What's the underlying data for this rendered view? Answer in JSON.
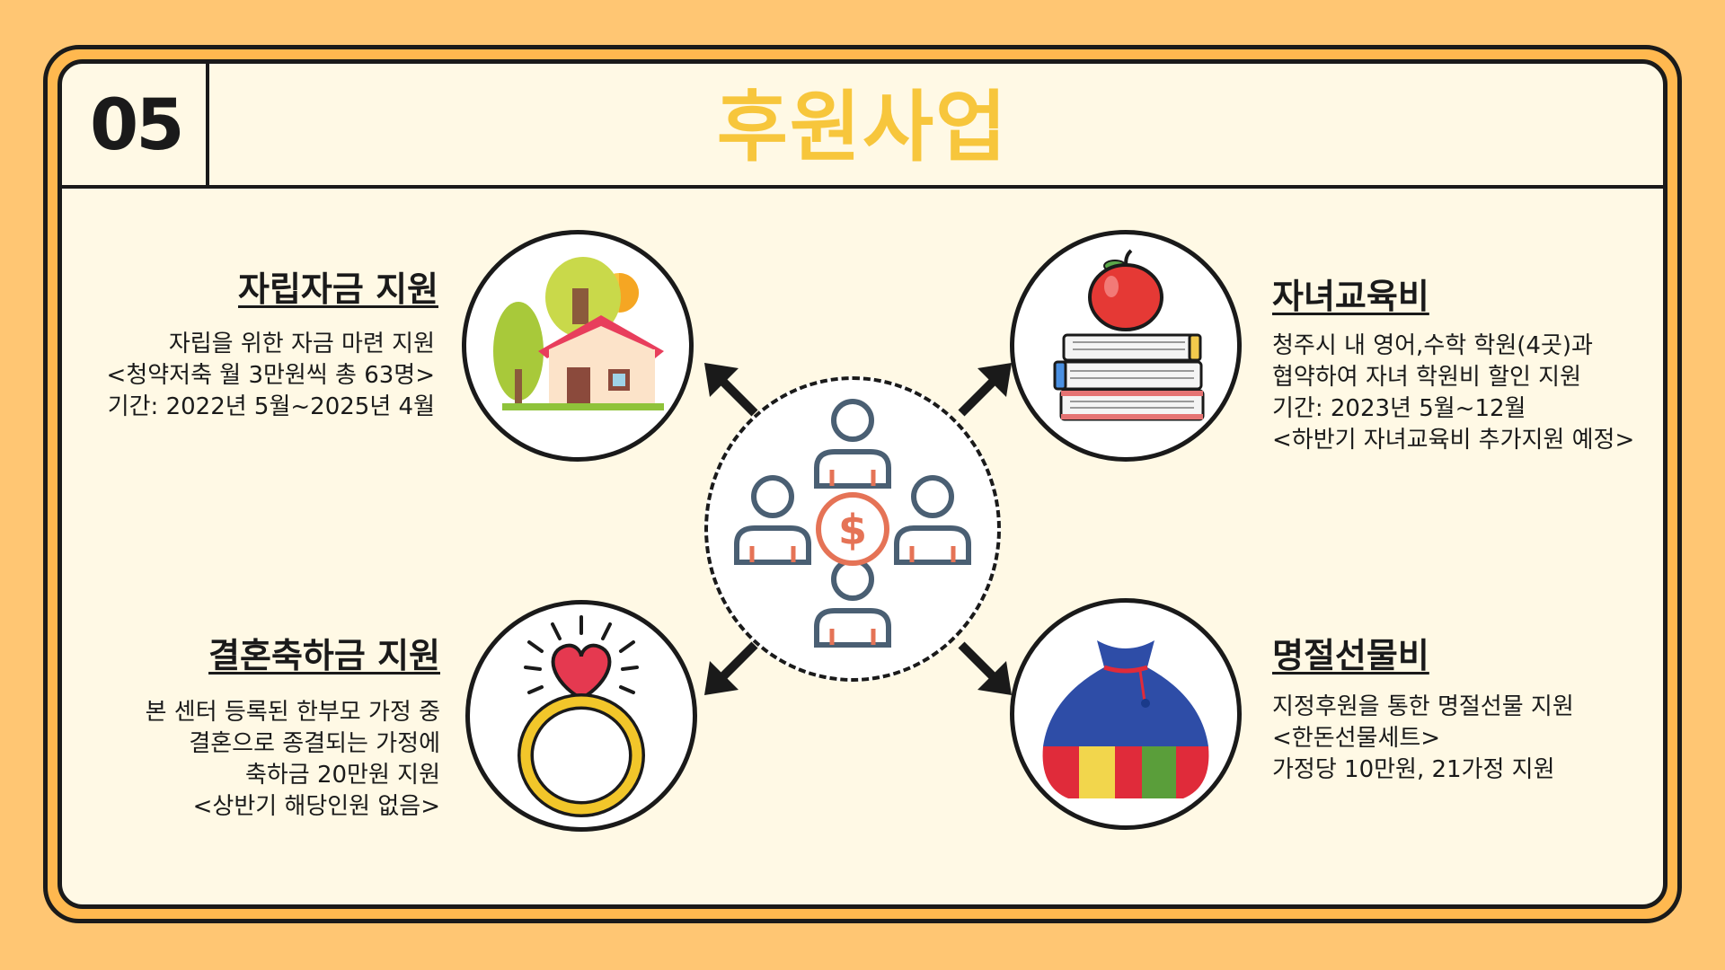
{
  "section_number": "05",
  "page_title": "후원사업",
  "colors": {
    "background": "#FFC673",
    "panel": "#FFF9E5",
    "title": "#F7C63C",
    "border": "#1a1a1a"
  },
  "programs": {
    "self_reliance": {
      "icon": "house-with-trees-icon",
      "title": "자립자금 지원",
      "lines": [
        "자립을 위한 자금 마련 지원",
        "<청약저축 월 3만원씩 총 63명>",
        "기간: 2022년 5월~2025년 4월"
      ]
    },
    "child_education": {
      "icon": "apple-on-books-icon",
      "title": "자녀교육비",
      "lines": [
        "청주시 내 영어,수학 학원(4곳)과",
        "협약하여 자녀 학원비 할인 지원",
        "기간: 2023년 5월~12월",
        "<하반기 자녀교육비 추가지원 예정>"
      ]
    },
    "marriage": {
      "icon": "heart-ring-icon",
      "title": "결혼축하금 지원",
      "lines": [
        "본 센터 등록된 한부모 가정 중",
        "결혼으로 종결되는 가정에",
        "축하금 20만원 지원",
        "<상반기 해당인원 없음>"
      ]
    },
    "holiday_gift": {
      "icon": "lucky-bag-icon",
      "title": "명절선물비",
      "lines": [
        "지정후원을 통한 명절선물 지원",
        "<한돈선물세트>",
        "가정당 10만원, 21가정 지원"
      ]
    }
  },
  "center_icon": "people-funding-icon"
}
